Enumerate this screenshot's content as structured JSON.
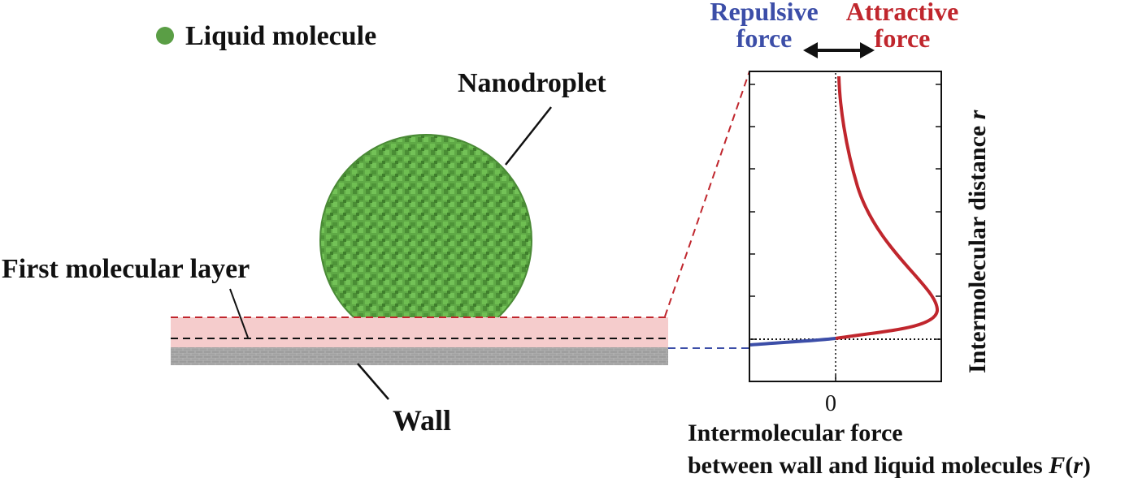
{
  "legend": {
    "marker_label": "Liquid molecule",
    "marker_color": "#5a9e45"
  },
  "labels": {
    "nanodroplet": "Nanodroplet",
    "first_layer": "First molecular layer",
    "wall": "Wall"
  },
  "force_plot": {
    "repulsive_line1": "Repulsive",
    "repulsive_line2": "force",
    "attractive_line1": "Attractive",
    "attractive_line2": "force",
    "zero_tick": "0",
    "xlabel_line1": "Intermolecular force",
    "xlabel_line2_prefix": "between wall and liquid molecules ",
    "xlabel_F": "F",
    "xlabel_paren_open": "(",
    "xlabel_r": "r",
    "xlabel_paren_close": ")",
    "ylabel_prefix": "Intermolecular distance ",
    "ylabel_r": "r"
  },
  "colors": {
    "repulsive": "#3c4ea8",
    "attractive": "#c0262d",
    "layer_fill": "#f5cccc",
    "droplet": "#5ea845",
    "wall": "#a8a8a8"
  }
}
